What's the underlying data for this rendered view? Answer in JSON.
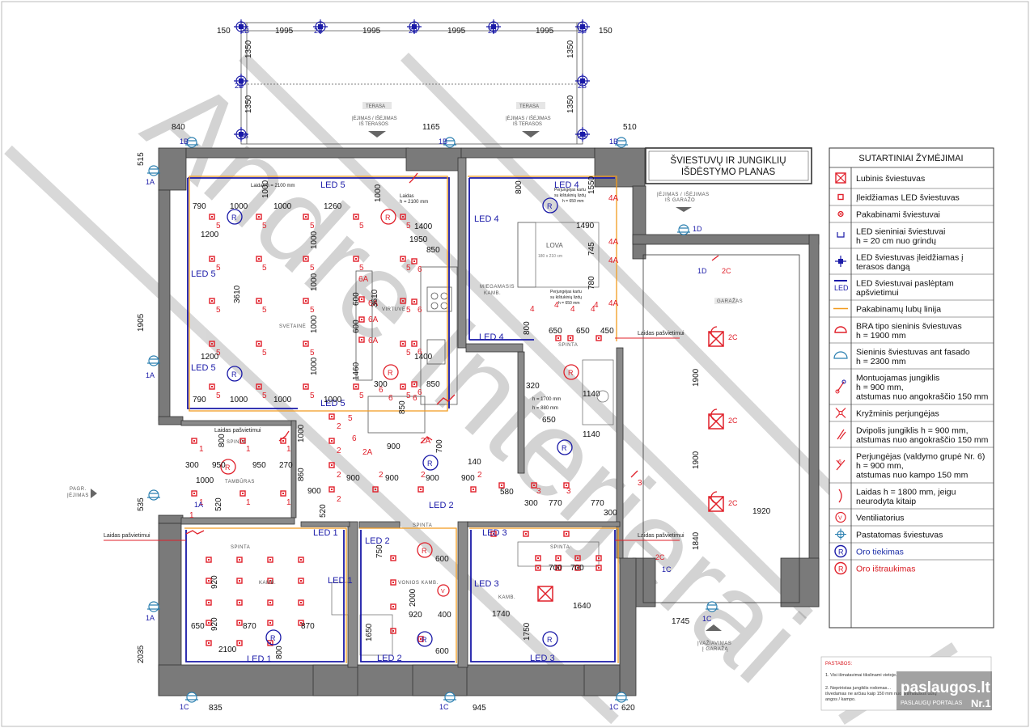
{
  "title": {
    "line1": "ŠVIESTUVŲ IR JUNGIKLIŲ",
    "line2": "IŠDĖSTYMO PLANAS"
  },
  "legend": {
    "heading": "SUTARTINIAI ŽYMĖJIMAI",
    "items": [
      {
        "icon": "ceiling-light-icon",
        "text": [
          "Lubinis šviestuvas"
        ]
      },
      {
        "icon": "recessed-led-icon",
        "text": [
          "Įleidžiamas LED šviestuvas"
        ]
      },
      {
        "icon": "pendant-light-icon",
        "text": [
          "Pakabinami šviestuvai"
        ]
      },
      {
        "icon": "wall-led-icon",
        "text": [
          "LED sieniniai šviestuvai",
          "h = 20 cm nuo grindų"
        ]
      },
      {
        "icon": "terrace-led-icon",
        "text": [
          "LED šviestuvas įleidžiamas į",
          "terasos dangą"
        ]
      },
      {
        "icon": "hidden-led-icon",
        "text": [
          "LED šviestuvai paslėptam",
          "apšvietimui"
        ]
      },
      {
        "icon": "ceiling-line-icon",
        "text": [
          "Pakabinamų lubų linija"
        ]
      },
      {
        "icon": "bra-wall-light-icon",
        "text": [
          "BRA tipo sieninis šviestuvas",
          "h = 1900 mm"
        ]
      },
      {
        "icon": "facade-light-icon",
        "text": [
          "Sieninis šviestuvas ant fasado",
          "h = 2300 mm"
        ]
      },
      {
        "icon": "switch-icon",
        "text": [
          "Montuojamas jungiklis",
          "h = 900 mm,",
          "atstumas nuo angokraščio 150 mm"
        ]
      },
      {
        "icon": "cross-switch-icon",
        "text": [
          "Kryžminis perjungėjas"
        ]
      },
      {
        "icon": "double-switch-icon",
        "text": [
          "Dvipolis jungiklis h = 900 mm,",
          "atstumas nuo angokraščio 150 mm"
        ]
      },
      {
        "icon": "changeover-switch-icon",
        "text": [
          "Perjungėjas (valdymo grupė Nr. 6)",
          "h = 900 mm,",
          "atstumas nuo kampo 150 mm"
        ]
      },
      {
        "icon": "wire-icon",
        "text": [
          "Laidas h = 1800 mm, jeigu",
          "neurodyta kitaip"
        ]
      },
      {
        "icon": "fan-icon",
        "text": [
          "Ventiliatorius"
        ]
      },
      {
        "icon": "installed-light-icon",
        "text": [
          "Pastatomas šviestuvas"
        ]
      },
      {
        "icon": "air-supply-icon",
        "text": [
          "Oro tiekimas"
        ]
      },
      {
        "icon": "air-exhaust-icon",
        "text": [
          "Oro ištraukimas"
        ]
      }
    ]
  },
  "notes": {
    "heading": "PASTABOS:",
    "lines": [
      "1. Visi išmatavimai tikslinami vietoje.",
      "2. Nepriristas jungiklis rodomas... ",
      "išvedamas ne arčiau kaip 150 mm nuo artimiausios durų",
      "angos / kampo."
    ]
  },
  "watermark": {
    "brand": "paslaugos.lt",
    "sub": "PASLAUGŲ PORTALAS",
    "num": "Nr.1",
    "large": "Andrė Interjerai"
  },
  "rooms": {
    "terasa1": "TERASA",
    "terasa2": "TERASA",
    "ijimas_terasa1": "ĮĖJIMAS / IŠĖJIMAS",
    "ijimas_terasa1b": "IŠ TERASOS",
    "ijimas_terasa2": "ĮĖJIMAS / IŠĖJIMAS",
    "ijimas_terasa2b": "IŠ TERASOS",
    "svetaine": "SVETAINĖ",
    "virtuve": "VIRTUVĖ",
    "miegamasis": "MIEGAMASIS",
    "miegamasis2": "KAMB.",
    "lova": "LOVA",
    "lova_size": "180 x 210 cm",
    "garazas": "GARAŽAS",
    "ijimas_garazas1": "ĮĖJIMAS / IŠĖJIMAS",
    "ijimas_garazas2": "IŠ GARAŽO",
    "tamburas": "TAMBŪRAS",
    "spinta1": "SPINTA",
    "spinta2": "SPINTA",
    "spinta3": "SPINTA",
    "spinta4": "SPINTA",
    "spinta5": "SPINTA",
    "kamb1": "KAMB.",
    "vonios": "VONIOS KAMB.",
    "kamb3": "KAMB.",
    "pagr1": "PAGR.",
    "pagr2": "ĮĖJIMAS",
    "ivaziavimas1": "ĮVAŽIAVIMAS",
    "ivaziavimas2": "Į GARAŽĄ"
  },
  "wire_labels": {
    "laidas1": "Laidas pašvietimui",
    "laidas2": "Laidas pašvietimui",
    "laidas3": "Laidas pašvietimui",
    "laidas4": "Laidas pašvietimui",
    "laidas_h1": "Laidas h = 2100 mm",
    "laidas_h2a": "Laidas",
    "laidas_h2b": "h = 2100 mm",
    "perj1a": "Perjungėjas kartu",
    "perj1b": "su kištukinių lizdų",
    "perj1c": "h = 650 mm",
    "perj2a": "Perjungėjas kartu",
    "perj2b": "su kištukinių lizdų",
    "perj2c": "h = 650 mm",
    "h1700": "h = 1700 mm",
    "h880": "h = 880 mm"
  },
  "leds": {
    "led5a": "LED 5",
    "led5b": "LED 5",
    "led5c": "LED 5",
    "led5d": "LED 5",
    "led4a": "LED 4",
    "led4b": "LED 4",
    "led4c": "LED 4",
    "led1a": "LED 1",
    "led1b": "LED 1",
    "led1c": "LED 1",
    "led2a": "LED 2",
    "led2b": "LED 2",
    "led2c": "LED 2",
    "led3a": "LED 3",
    "led3b": "LED 3",
    "led3c": "LED 3"
  },
  "dims": {
    "top": [
      "150",
      "1995",
      "1995",
      "1995",
      "1995",
      "150"
    ],
    "t1350a": "1350",
    "t1350b": "1350",
    "t1350c": "1350",
    "t1350d": "1350",
    "d840": "840",
    "d515": "515",
    "d1165": "1165",
    "d510": "510",
    "d1905": "1905",
    "d535": "535",
    "d2035": "2035",
    "d835": "835",
    "d945": "945",
    "d620": "620",
    "d1745": "1745",
    "d1920": "1920",
    "d1900a": "1900",
    "d1900b": "1900",
    "d1840": "1840",
    "liv_790a": "790",
    "liv_1000a": "1000",
    "liv_1000b": "1000",
    "liv_1260": "1260",
    "liv_1200a": "1200",
    "liv_1200b": "1200",
    "liv_3610": "3610",
    "liv_790b": "790",
    "liv_1000c": "1000",
    "liv_1000d": "1000",
    "liv_1000e": "1000",
    "liv_v1000a": "1000",
    "liv_v1000b": "1000",
    "liv_v1000c": "1000",
    "liv_v1000d": "1000",
    "liv_v1000e": "1000",
    "k1000": "1000",
    "k1400a": "1400",
    "k1950": "1950",
    "k850a": "850",
    "k3610": "3610",
    "k600a": "600",
    "k600b": "600",
    "k1400b": "1400",
    "k1460": "1460",
    "k300": "300",
    "k850b": "850",
    "k850c": "850",
    "k900": "900",
    "b800": "800",
    "b1550": "1550",
    "b1490": "1490",
    "b745": "745",
    "b780": "780",
    "b650a": "650",
    "b650b": "650",
    "b450": "450",
    "b800b": "800",
    "h900a": "900",
    "h900b": "900",
    "h900c": "900",
    "h900d": "900",
    "h900e": "900",
    "h580": "580",
    "h1000": "1000",
    "h700": "700",
    "h140": "140",
    "h520a": "520",
    "h520b": "520",
    "t950a": "950",
    "t950b": "950",
    "t300": "300",
    "t270": "270",
    "t1000": "1000",
    "t860a": "860",
    "t800": "800",
    "bth320": "320",
    "bth650": "650",
    "bth1140a": "1140",
    "bth1140b": "1140",
    "bth300": "300",
    "bth770a": "770",
    "bth770b": "770",
    "bth300b": "300",
    "kb650": "650",
    "kb920a": "920",
    "kb870a": "870",
    "kb870b": "870",
    "kb2100": "2100",
    "kb800": "800",
    "kb920b": "920",
    "v750": "750",
    "v2000": "2000",
    "v600a": "600",
    "v600b": "600",
    "v920": "920",
    "v400": "400",
    "v1650": "1650",
    "k3_700a": "700",
    "k3_700b": "700",
    "k3_1640": "1640",
    "k3_1740": "1740",
    "k3_1750": "1750"
  },
  "tags": {
    "t2B": "2B",
    "t1B": "1B",
    "t1A": "1A",
    "t1C": "1C",
    "t1D": "1D",
    "t2C": "2C",
    "t4A": "4A",
    "t5": "5",
    "t6A": "6A",
    "t2A": "2A",
    "t3": "3",
    "t4": "4",
    "t2": "2",
    "t6": "6",
    "t1": "1",
    "t1c_small": "1C"
  },
  "colors": {
    "wall": "#666666",
    "red": "#e0202a",
    "blue": "#1a1aa8",
    "orange": "#f29b1d",
    "gray": "#888888"
  }
}
